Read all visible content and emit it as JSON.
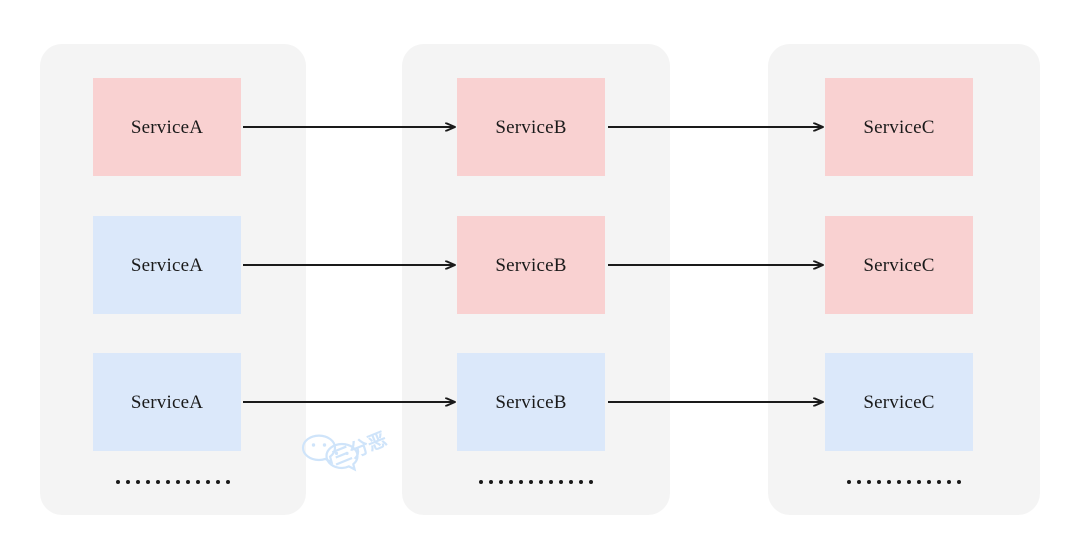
{
  "diagram": {
    "type": "service-call-chain",
    "colors": {
      "canvas_background": "#ffffff",
      "panel_background": "#f4f4f4",
      "box_pink": "#f9d1d1",
      "box_blue": "#dbe8fa",
      "arrow": "#1a1a1a",
      "text": "#1a1a1a",
      "watermark": "#cfe4fa"
    },
    "groups": [
      {
        "id": "group-a",
        "ellipsis": "............",
        "nodes": [
          {
            "label": "ServiceA",
            "color": "pink"
          },
          {
            "label": "ServiceA",
            "color": "blue"
          },
          {
            "label": "ServiceA",
            "color": "blue"
          }
        ]
      },
      {
        "id": "group-b",
        "ellipsis": "............",
        "nodes": [
          {
            "label": "ServiceB",
            "color": "pink"
          },
          {
            "label": "ServiceB",
            "color": "pink"
          },
          {
            "label": "ServiceB",
            "color": "blue"
          }
        ]
      },
      {
        "id": "group-c",
        "ellipsis": "............",
        "nodes": [
          {
            "label": "ServiceC",
            "color": "pink"
          },
          {
            "label": "ServiceC",
            "color": "pink"
          },
          {
            "label": "ServiceC",
            "color": "blue"
          }
        ]
      }
    ],
    "edges": [
      {
        "from": "group-a.0",
        "to": "group-b.0",
        "label": ""
      },
      {
        "from": "group-b.0",
        "to": "group-c.0",
        "label": ""
      },
      {
        "from": "group-a.1",
        "to": "group-b.1",
        "label": ""
      },
      {
        "from": "group-b.1",
        "to": "group-c.1",
        "label": ""
      },
      {
        "from": "group-a.2",
        "to": "group-b.2",
        "label": ""
      },
      {
        "from": "group-b.2",
        "to": "group-c.2",
        "label": ""
      }
    ],
    "dot_count": 12,
    "watermark": {
      "text": "三分恶",
      "icon": "wechat-icon"
    }
  }
}
